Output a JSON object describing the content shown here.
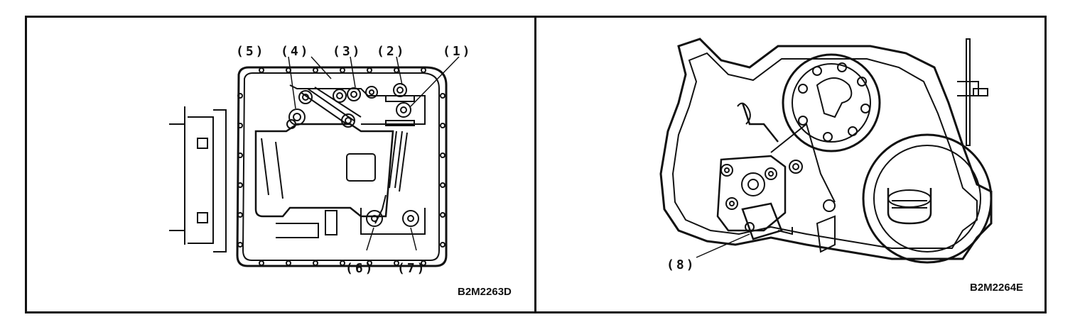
{
  "figures": [
    {
      "id": "left",
      "code": "B2M2263D",
      "callouts": [
        "(5)",
        "(4)",
        "(3)",
        "(2)",
        "(1)",
        "(6)",
        "(7)"
      ]
    },
    {
      "id": "right",
      "code": "B2M2264E",
      "callouts": [
        "(8)"
      ]
    }
  ],
  "colors": {
    "ink": "#111111",
    "paper": "#ffffff"
  }
}
